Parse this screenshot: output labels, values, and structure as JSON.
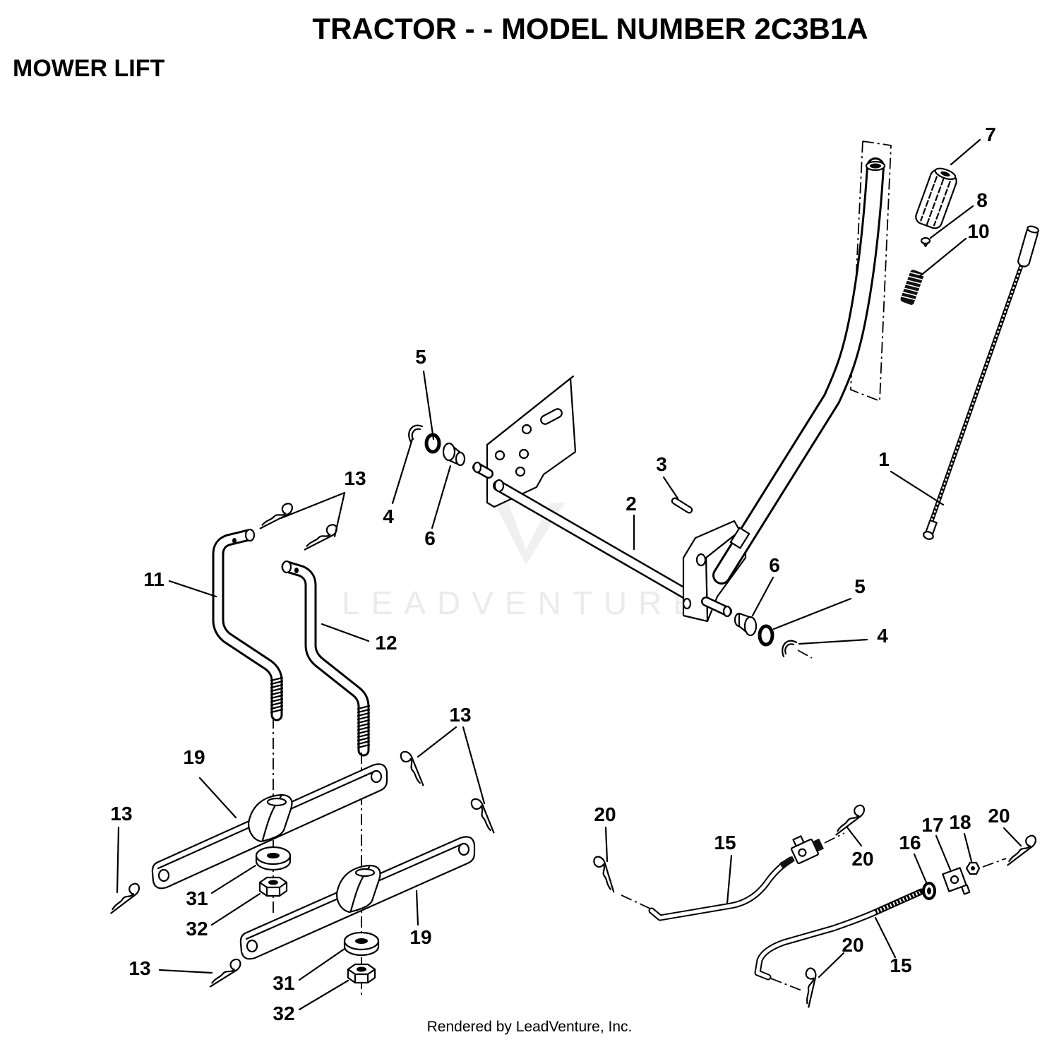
{
  "title": "TRACTOR - - MODEL NUMBER 2C3B1A",
  "section": "MOWER LIFT",
  "footer": "Rendered by LeadVenture, Inc.",
  "watermark": "LEADVENTURE",
  "callouts": [
    "7",
    "8",
    "10",
    "1",
    "5",
    "4",
    "6",
    "3",
    "2",
    "13",
    "11",
    "12",
    "6",
    "5",
    "4",
    "13",
    "19",
    "13",
    "31",
    "32",
    "19",
    "13",
    "31",
    "32",
    "20",
    "15",
    "20",
    "16",
    "17",
    "18",
    "20",
    "20",
    "15"
  ]
}
